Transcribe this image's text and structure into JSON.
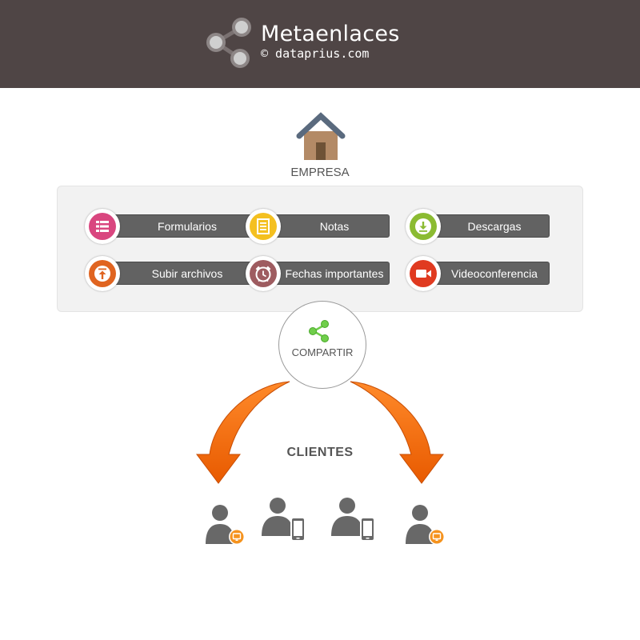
{
  "header": {
    "title": "Metaenlaces",
    "subtitle": "© dataprius.com"
  },
  "company": {
    "label": "EMPRESA",
    "icon": "house-icon"
  },
  "features": [
    {
      "label": "Formularios",
      "icon": "form-list-icon",
      "color": "#d9467f"
    },
    {
      "label": "Notas",
      "icon": "note-icon",
      "color": "#f4c020"
    },
    {
      "label": "Descargas",
      "icon": "download-icon",
      "color": "#8bbb32"
    },
    {
      "label": "Subir archivos",
      "icon": "upload-icon",
      "color": "#e06420"
    },
    {
      "label": "Fechas importantes",
      "icon": "alarm-clock-icon",
      "color": "#9e5c60"
    },
    {
      "label": "Videoconferencia",
      "icon": "video-camera-icon",
      "color": "#e03a20"
    }
  ],
  "share": {
    "label": "COMPARTIR",
    "icon": "share-icon",
    "color": "#6fce4a"
  },
  "clients": {
    "label": "CLIENTES",
    "arrow_color": "#f26a05",
    "users": [
      {
        "icon": "user-desktop-icon"
      },
      {
        "icon": "user-mobile-icon"
      },
      {
        "icon": "user-mobile-icon"
      },
      {
        "icon": "user-desktop-icon"
      }
    ]
  }
}
